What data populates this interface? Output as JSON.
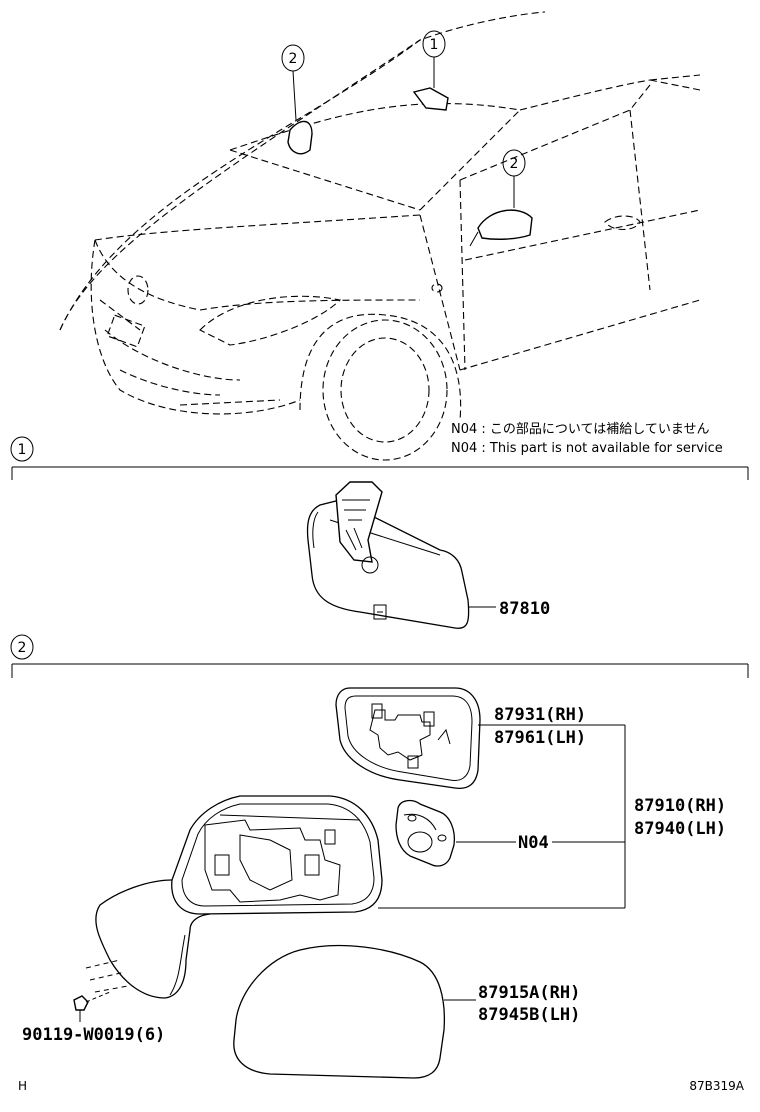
{
  "callouts": {
    "one": "1",
    "two": "2"
  },
  "notes": {
    "n04_jp": "N04 :  この部品については補給していません",
    "n04_en": "N04 :  This part is not available for service"
  },
  "sections": [
    {
      "badge": "1"
    },
    {
      "badge": "2"
    }
  ],
  "parts": {
    "inner_mirror": "87810",
    "mirror_glass_rh": "87931(RH)",
    "mirror_glass_lh": "87961(LH)",
    "outer_mirror_rh": "87910(RH)",
    "outer_mirror_lh": "87940(LH)",
    "motor_code": "N04",
    "cover_rh": "87915A(RH)",
    "cover_lh": "87945B(LH)",
    "screw": "90119-W0019(6)"
  },
  "footer": {
    "left_mark": "H",
    "figure_id": "87B319A"
  }
}
